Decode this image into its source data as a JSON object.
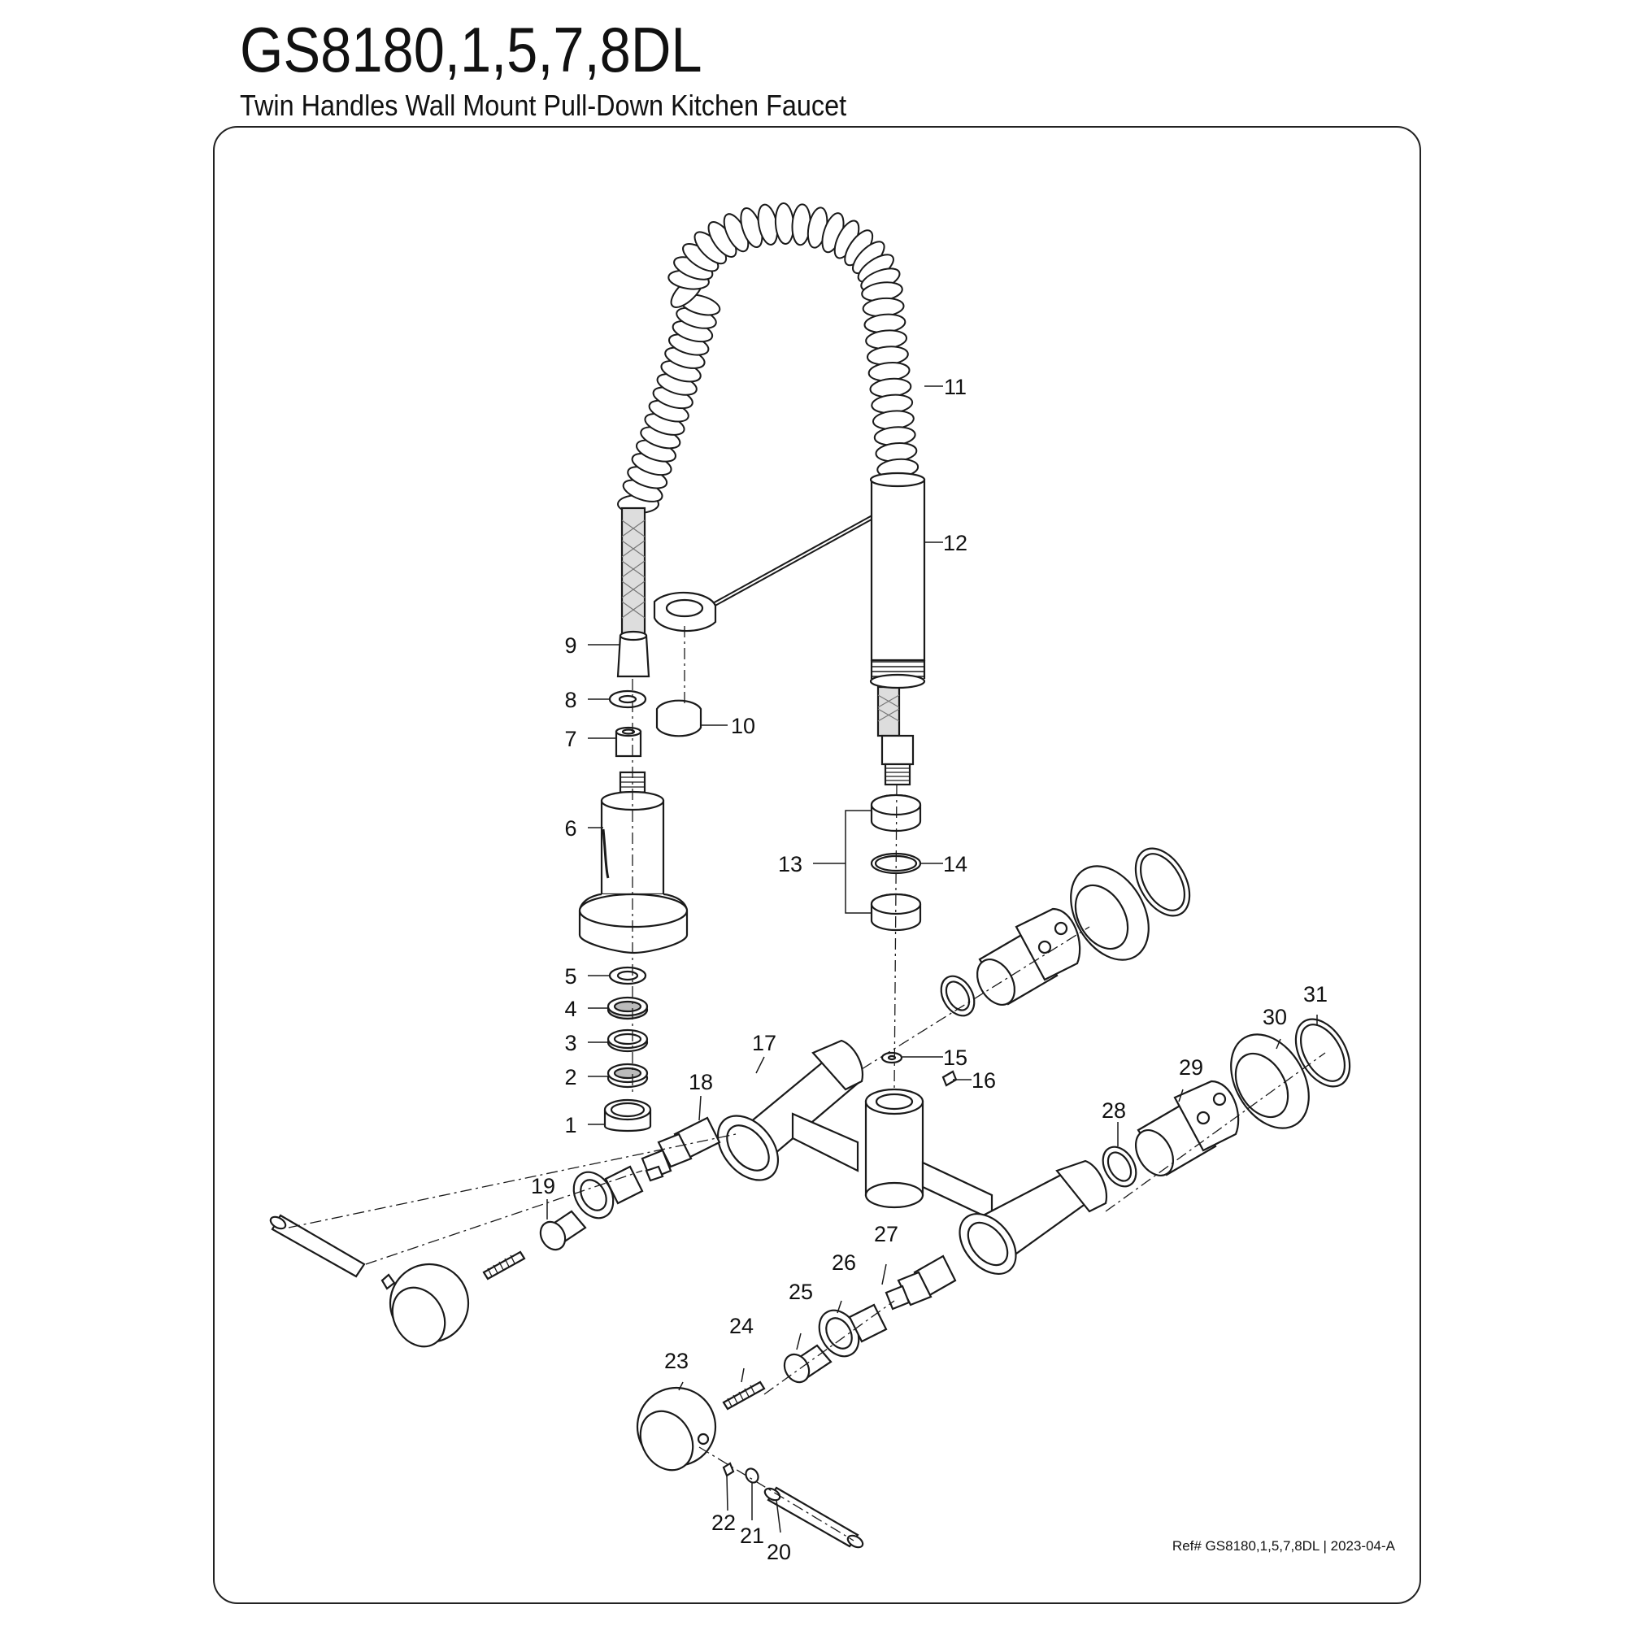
{
  "header": {
    "title": "GS8180,1,5,7,8DL",
    "subtitle": "Twin Handles Wall Mount Pull-Down Kitchen Faucet"
  },
  "footer": {
    "reference": "Ref# GS8180,1,5,7,8DL | 2023-04-A"
  },
  "callouts": [
    "1",
    "2",
    "3",
    "4",
    "5",
    "6",
    "7",
    "8",
    "9",
    "10",
    "11",
    "12",
    "13",
    "14",
    "15",
    "16",
    "17",
    "18",
    "19",
    "20",
    "21",
    "22",
    "23",
    "24",
    "25",
    "26",
    "27",
    "28",
    "29",
    "30",
    "31"
  ],
  "colors": {
    "line": "#1a1a1a",
    "fill": "#ffffff",
    "mesh": "#9a9a9a"
  }
}
